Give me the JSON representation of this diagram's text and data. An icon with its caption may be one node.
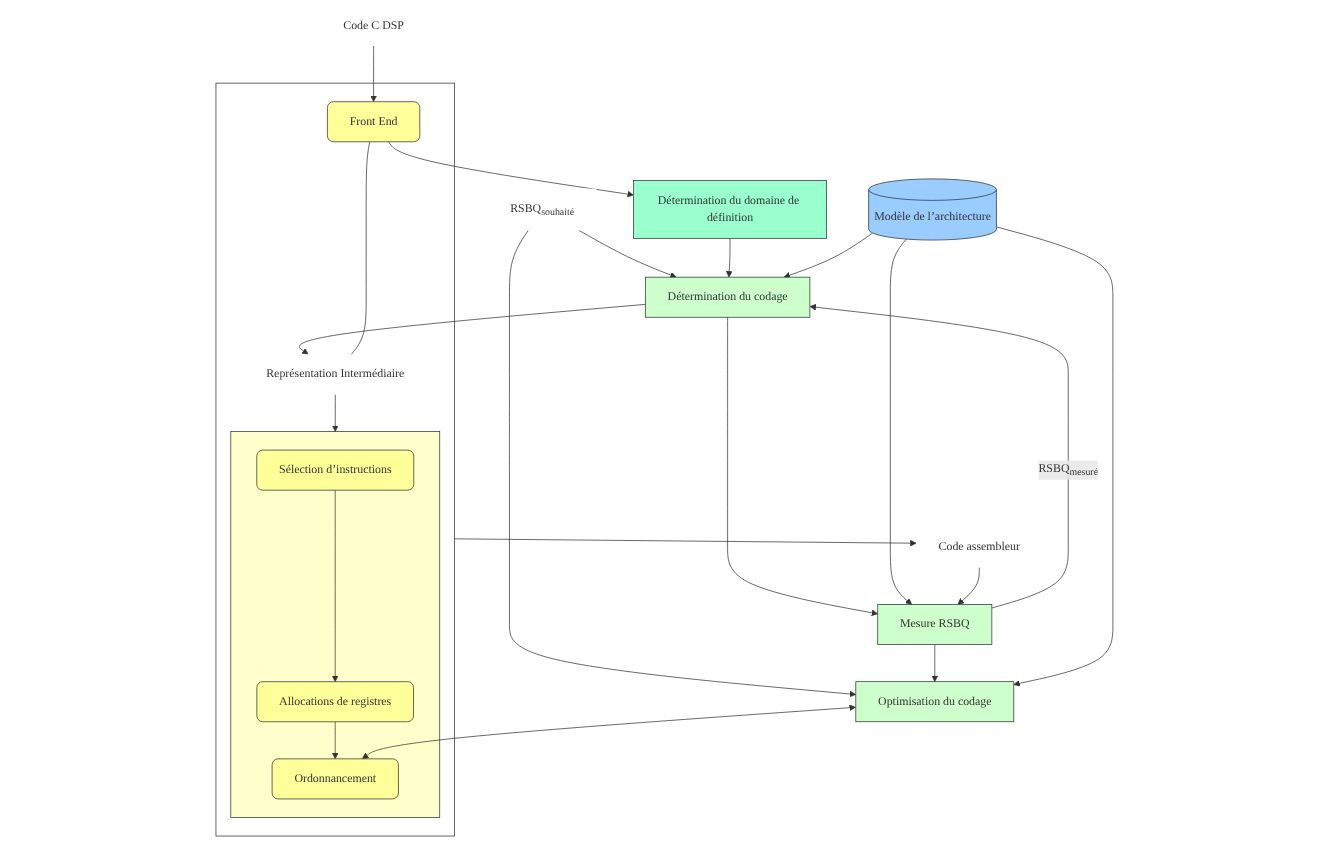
{
  "diagram": {
    "nodes": [
      {
        "text": [
          "RSBQ$_{souhaité}$"
        ]
      },
      {
        "text": [
          "Détermination du domaine de définition"
        ]
      },
      {
        "text": [
          "Détermination du codage"
        ]
      },
      {
        "text": [
          "Mesure RSBQ"
        ]
      },
      {
        "text": [
          "Modèle de l’architecture"
        ]
      },
      {
        "text": [
          "Optimisation du codage"
        ]
      },
      {
        "text": [
          "Code C DSP"
        ]
      },
      {
        "text": [],
        "shape": "box"
      },
      {
        "text": [
          "Front End"
        ],
        "in": 7
      },
      {
        "text": [
          "Représentation Intermédiaire"
        ],
        "in": 7
      },
      {
        "text": [],
        "shape": "box",
        "in": 7
      },
      {
        "text": [
          "Sélection d’instructions"
        ],
        "in": 10
      },
      {
        "text": [
          "Allocations de registres"
        ],
        "in": 10
      },
      {
        "text": [
          "Ordonnancement"
        ],
        "in": 10
      },
      {
        "text": [
          "Code assembleur"
        ]
      }
    ],
    "edges": [
      {
        "from": 0,
        "to": 2,
        "arrow": "to"
      },
      {
        "from": 0,
        "to": 5,
        "arrow": "to"
      },
      {
        "from": 1,
        "to": 2,
        "arrow": "to"
      },
      {
        "from": 3,
        "to": 2,
        "arrow": "to",
        "label": "RSBQ$_{mesuré}$"
      },
      {
        "from": 3,
        "to": 5,
        "arrow": "to"
      },
      {
        "from": 2,
        "to": 3,
        "arrow": "to"
      },
      {
        "from": 4,
        "to": 3,
        "arrow": "to"
      },
      {
        "from": 4,
        "to": 2,
        "arrow": "to"
      },
      {
        "from": 4,
        "to": 5,
        "arrow": "to"
      },
      {
        "from": 8,
        "to": 1,
        "arrow": "to"
      },
      {
        "from": 2,
        "to": 9,
        "arrow": "to"
      },
      {
        "from": 6,
        "to": 8,
        "arrow": "to"
      },
      {
        "from": 8,
        "to": 9,
        "arrow": "none"
      },
      {
        "from": 9,
        "to": 10,
        "arrow": "to"
      },
      {
        "from": 11,
        "to": 12,
        "arrow": "to"
      },
      {
        "from": 12,
        "to": 13,
        "arrow": "to"
      },
      {
        "from": 5,
        "to": 13,
        "arrow": "both"
      },
      {
        "from": 7,
        "to": 14,
        "arrow": "to"
      },
      {
        "from": 14,
        "to": 3,
        "arrow": "to"
      }
    ]
  }
}
